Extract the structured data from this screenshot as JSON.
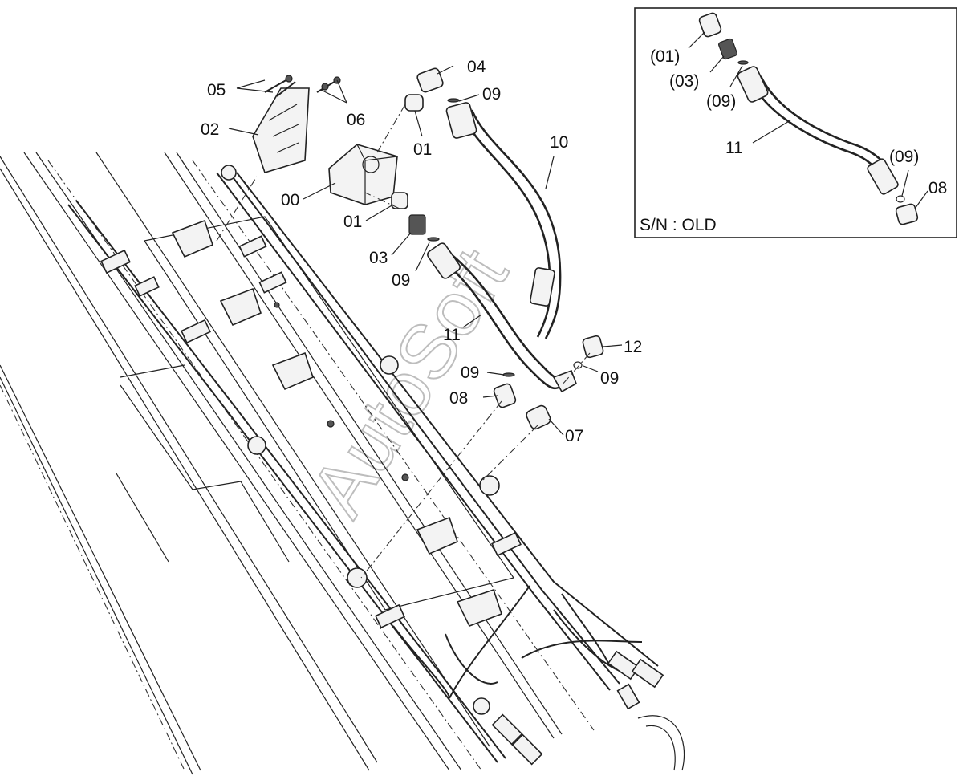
{
  "diagram": {
    "callouts": {
      "c05": "05",
      "c06": "06",
      "c02": "02",
      "c04": "04",
      "c09a": "09",
      "c01a": "01",
      "c10": "10",
      "c00": "00",
      "c01b": "01",
      "c03": "03",
      "c09b": "09",
      "c11": "11",
      "c12": "12",
      "c09c": "09",
      "c09d": "09",
      "c08": "08",
      "c07": "07"
    },
    "inset": {
      "title": "S/N : OLD",
      "callouts": {
        "c01": "(01)",
        "c03": "(03)",
        "c09a": "(09)",
        "c11": "11",
        "c09b": "(09)",
        "c08": "08"
      }
    },
    "watermark": "AutoSoft"
  }
}
